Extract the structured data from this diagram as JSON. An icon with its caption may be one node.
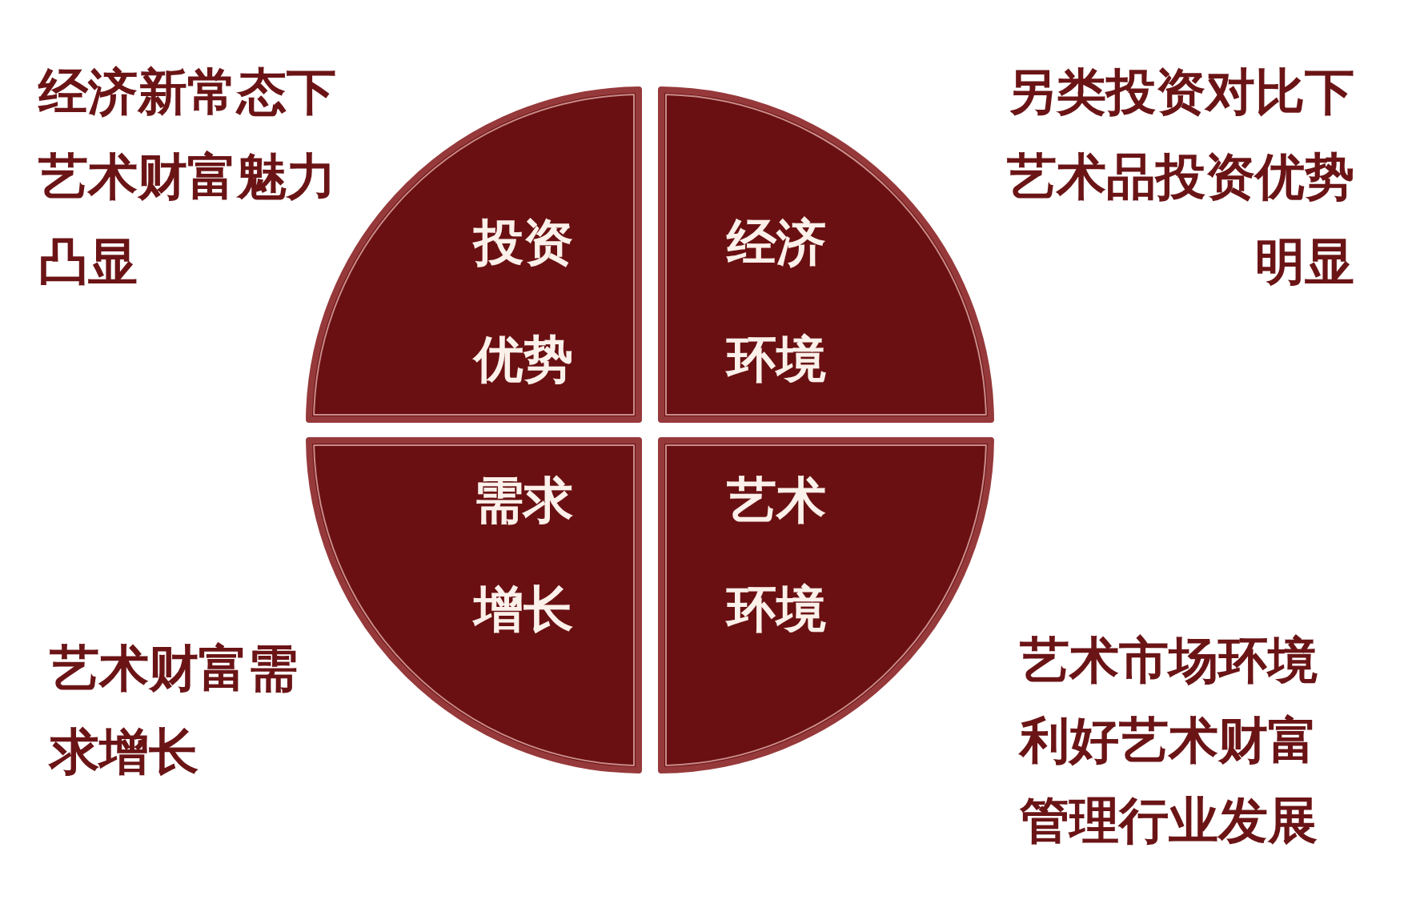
{
  "diagram": {
    "nodes": [
      {
        "text": [
          "投资优势"
        ]
      },
      {
        "text": [
          "经济环境"
        ]
      },
      {
        "text": [
          "需求增长"
        ]
      },
      {
        "text": [
          "艺术环境"
        ]
      }
    ],
    "labels": [
      "经济新常态下艺术财富魅力凸显",
      "另类投资对比下艺术品投资优势明显",
      "艺术财富需求增长",
      "艺术市场环境利好艺术财富管理行业发展"
    ]
  }
}
